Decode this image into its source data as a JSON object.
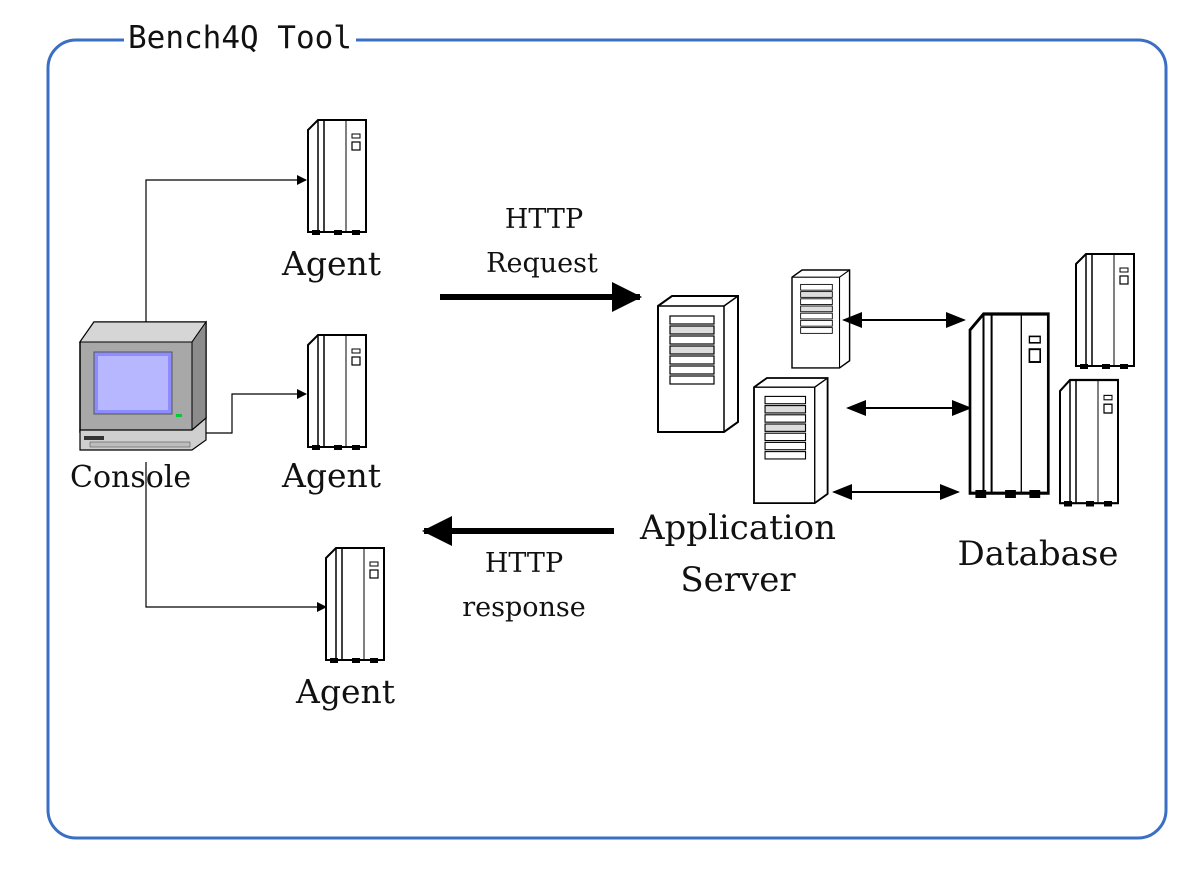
{
  "frame": {
    "title": "Bench4Q Tool",
    "border_color": "#3a6fc4"
  },
  "nodes": {
    "console": {
      "label": "Console",
      "icon": "desktop-computer-icon"
    },
    "agent_1": {
      "label": "Agent",
      "icon": "tower-server-icon"
    },
    "agent_2": {
      "label": "Agent",
      "icon": "tower-server-icon"
    },
    "agent_3": {
      "label": "Agent",
      "icon": "tower-server-icon"
    },
    "app_server": {
      "label_line1": "Application",
      "label_line2": "Server",
      "icon": "rack-server-icon"
    },
    "database": {
      "label": "Database",
      "icon": "tower-server-icon"
    }
  },
  "flows": {
    "request": {
      "line1": "HTTP",
      "line2": "Request"
    },
    "response": {
      "line1": "HTTP",
      "line2": "response"
    }
  }
}
